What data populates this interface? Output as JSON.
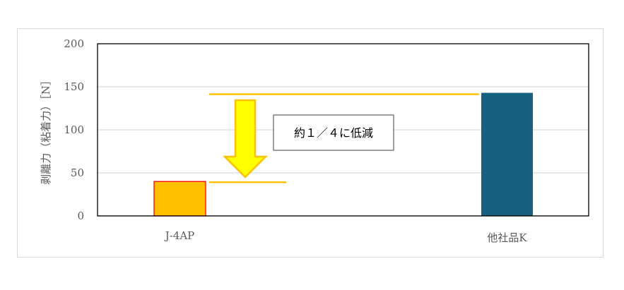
{
  "chart_data": {
    "type": "bar",
    "title": "",
    "categories": [
      "J-4AP",
      "他社品K"
    ],
    "values": [
      40,
      143
    ],
    "colors": [
      "#FFC000",
      "#17607F"
    ],
    "bar_outline": [
      "#FF0000",
      "none"
    ],
    "ylabel": "剥離力（粘着力）［N］",
    "xlabel": "",
    "ylim": [
      0,
      200
    ],
    "yticks": [
      0,
      50,
      100,
      150,
      200
    ],
    "grid": true,
    "annotation": {
      "text": "約１／４に低減",
      "arrow_color": "#FFFF00",
      "arrow_outline": "#FFC000",
      "reference_line_color": "#FFC000",
      "reference_levels": [
        143,
        40
      ]
    }
  }
}
